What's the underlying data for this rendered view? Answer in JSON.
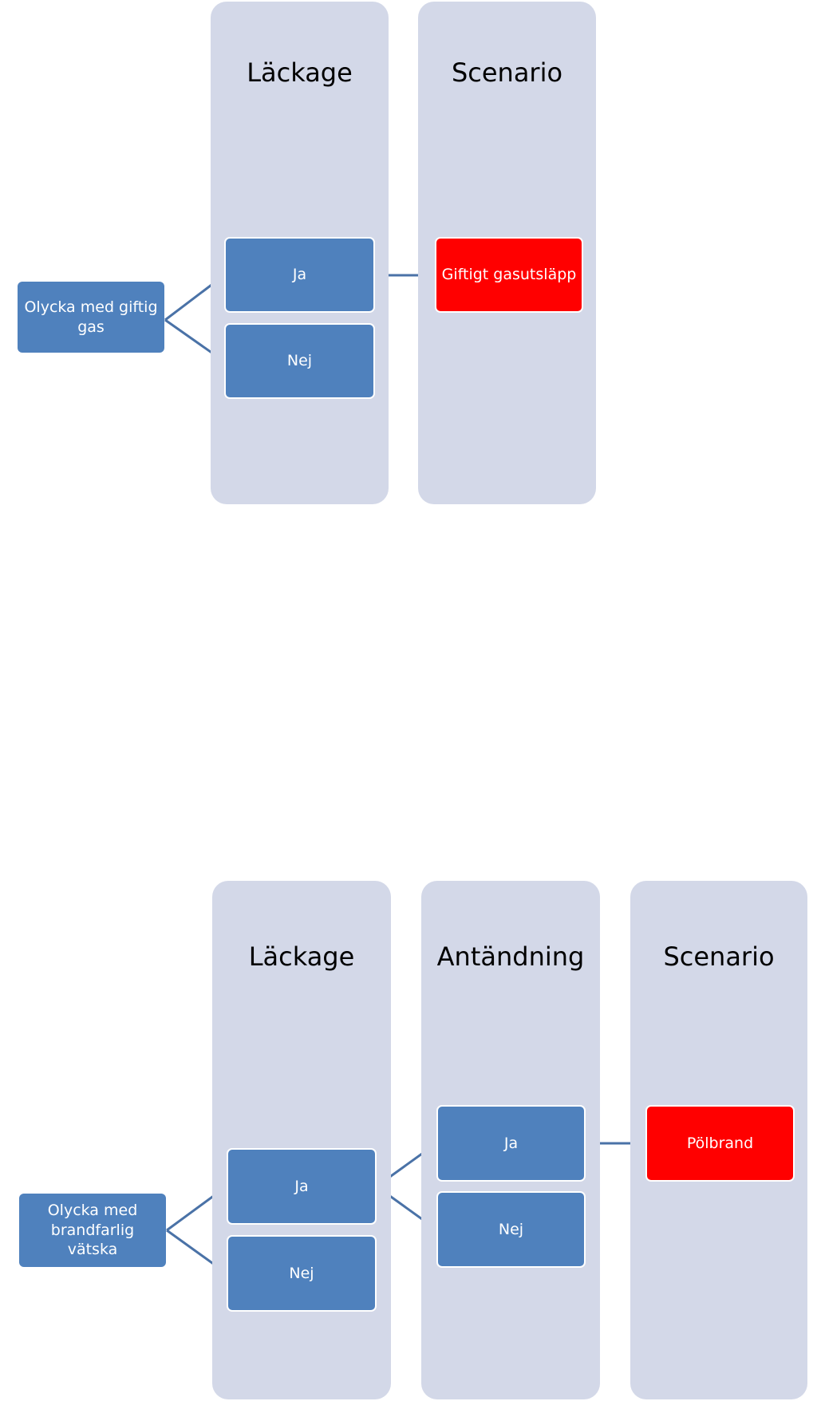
{
  "diagram1": {
    "start": "Olycka med giftig gas",
    "columns": [
      "Läckage",
      "Scenario"
    ],
    "leak_yes": "Ja",
    "leak_no": "Nej",
    "outcome": "Giftigt gasutsläpp"
  },
  "diagram2": {
    "start": "Olycka med brandfarlig vätska",
    "columns": [
      "Läckage",
      "Antändning",
      "Scenario"
    ],
    "leak_yes": "Ja",
    "leak_no": "Nej",
    "ignition_yes": "Ja",
    "ignition_no": "Nej",
    "outcome": "Pölbrand"
  },
  "colors": {
    "column_bg": "#d3d8e8",
    "node_blue": "#4f81bd",
    "outcome_red": "#ff0000",
    "connector": "#4a72a7"
  }
}
